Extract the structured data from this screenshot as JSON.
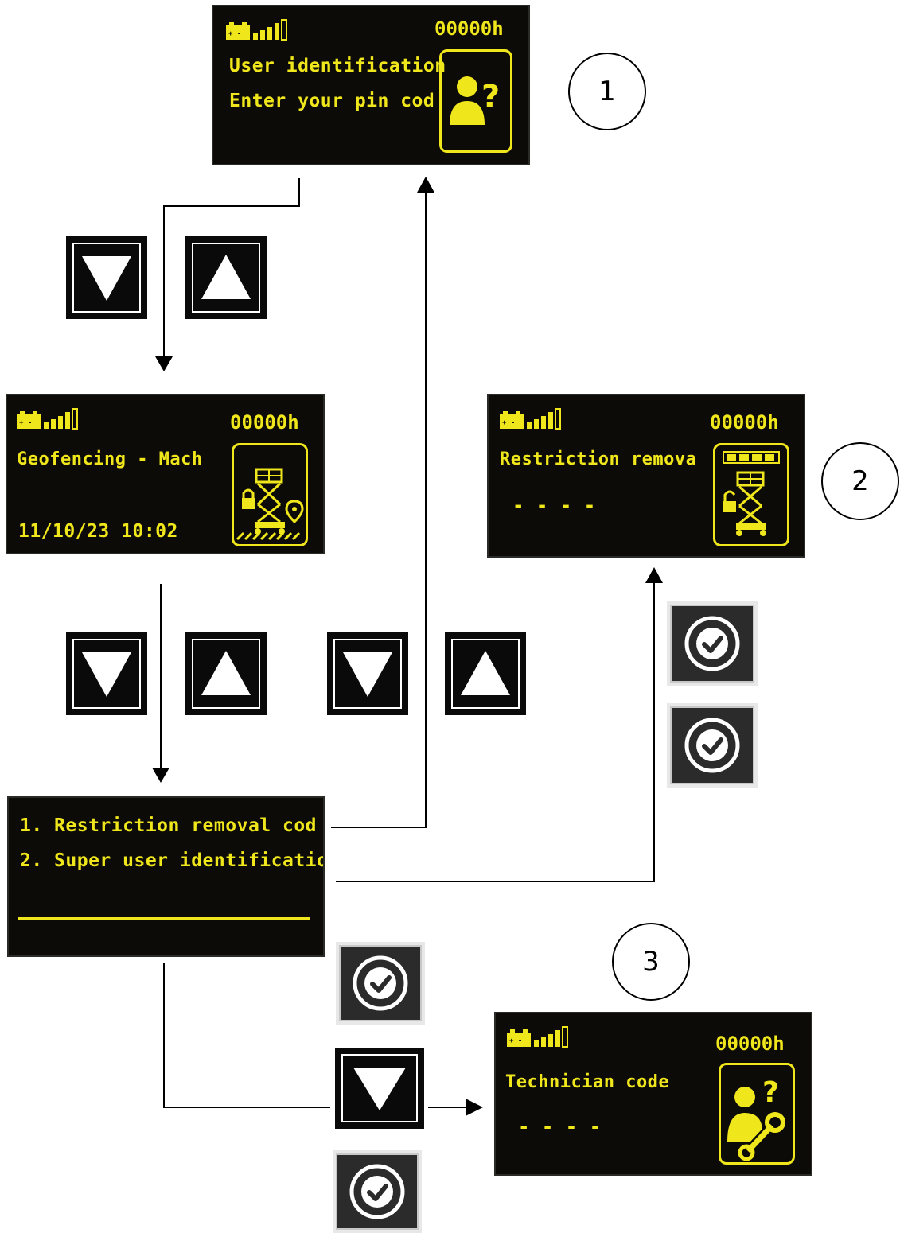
{
  "screens": {
    "user_id": {
      "hours": "00000h",
      "line1": "User identification",
      "line2": "Enter your pin cod",
      "icon": "user-question-icon"
    },
    "geofencing": {
      "hours": "00000h",
      "line1": "Geofencing - Mach",
      "datetime": "11/10/23 10:02",
      "icon": "scissor-lift-geofence-icon"
    },
    "restriction": {
      "hours": "00000h",
      "line1": "Restriction remova",
      "code": "- - - -",
      "icon": "scissor-lift-unlock-icon"
    },
    "menu": {
      "item1": "1. Restriction removal cod",
      "item2": "2. Super user identificatio"
    },
    "technician": {
      "hours": "00000h",
      "line1": "Technician code",
      "code": "- - - -",
      "icon": "technician-wrench-icon"
    }
  },
  "steps": {
    "step1": "1",
    "step2": "2",
    "step3": "3"
  },
  "colors": {
    "display_text": "#f0e61c",
    "display_bg": "#0c0b07"
  }
}
